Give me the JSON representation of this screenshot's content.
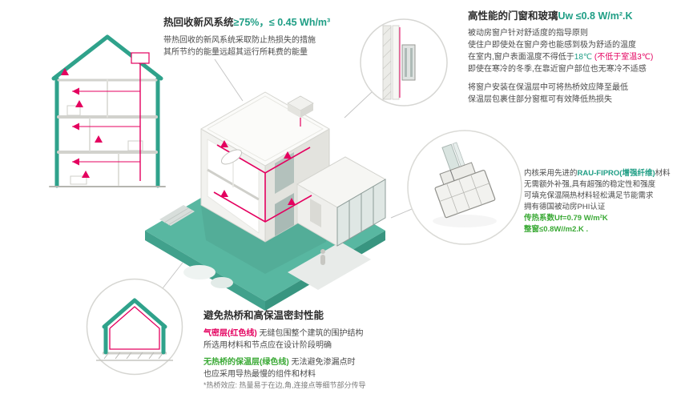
{
  "colors": {
    "accent_teal": "#1f9e85",
    "base_teal": "#58b7a1",
    "airtight_red": "#e4005f",
    "insulation_green": "#3aa935"
  },
  "ventilation": {
    "title_label": "热回收新风系统",
    "title_value": "≥75%，≤ 0.45 Wh/m³",
    "line1": "带热回收的新风系统采取防止热损失的措施",
    "line2": "其所节约的能量远超其运行所耗费的能量"
  },
  "windows": {
    "title_label": "高性能的门窗和玻璃",
    "title_value": "Uw ≤0.8 W/m².K",
    "line1": "被动房窗户针对舒适度的指导原则",
    "line2": "使住户即使处在窗户旁也能感到极为舒适的温度",
    "line3_a": "在室内,窗户表面温度不得低于",
    "line3_b": "18℃",
    "line3_c": " (不低于室温3℃)",
    "line4": "即使在寒冷的冬季,在靠近窗户部位也无寒冷不适感",
    "line5": "将窗户安装在保温层中可将热桥效应降至最低",
    "line6": "保温层包裹住部分窗框可有效降低热损失"
  },
  "profile": {
    "line1_a": "内核采用先进的",
    "line1_b": "RAU-FIPRO(增强纤维)",
    "line1_c": "材料",
    "line2": "无需额外补强,具有超强的稳定性和强度",
    "line3": "可填充保温隔热材料轻松满足节能需求",
    "line4": "拥有德国被动房PHI认证",
    "line5": "传热系数Uf=0.79 W/m²K",
    "line6": "整窗≤0.8W//m2.K ."
  },
  "thermal": {
    "title": "避免热桥和高保温密封性能",
    "line1_a": "气密层(红色线)",
    "line1_b": " 无缝包围整个建筑的围护结构",
    "line2": "所选用材料和节点应在设计阶段明确",
    "line3_a": "无热桥的保温层(绿色线)",
    "line3_b": " 无法避免渗漏点时",
    "line4": "也应采用导热最慢的组件和材料",
    "line5": "*热桥效应: 热量易于在边,角,连接点等细节部分传导"
  }
}
